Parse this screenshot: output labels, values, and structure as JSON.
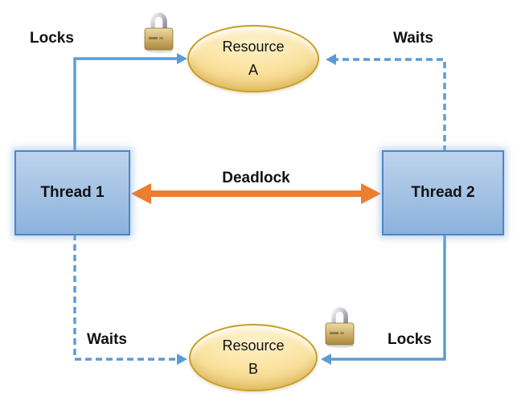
{
  "diagram_type": "deadlock-diagram",
  "nodes": {
    "thread1": {
      "label": "Thread 1",
      "shape": "rectangle"
    },
    "thread2": {
      "label": "Thread 2",
      "shape": "rectangle"
    },
    "resource_a": {
      "line1": "Resource",
      "line2": "A",
      "shape": "ellipse"
    },
    "resource_b": {
      "line1": "Resource",
      "line2": "B",
      "shape": "ellipse"
    }
  },
  "edges": {
    "t1_locks_a": {
      "label": "Locks",
      "from": "thread1",
      "to": "resource_a",
      "style": "solid"
    },
    "t2_waits_a": {
      "label": "Waits",
      "from": "thread2",
      "to": "resource_a",
      "style": "dashed"
    },
    "t1_waits_b": {
      "label": "Waits",
      "from": "thread1",
      "to": "resource_b",
      "style": "dashed"
    },
    "t2_locks_b": {
      "label": "Locks",
      "from": "thread2",
      "to": "resource_b",
      "style": "solid"
    },
    "deadlock": {
      "label": "Deadlock",
      "from": "thread1",
      "to": "thread2",
      "style": "double-arrow"
    }
  },
  "icons": {
    "lock_a": "padlock",
    "lock_b": "padlock"
  },
  "colors": {
    "arrow_blue": "#5B9BD5",
    "deadlock_orange": "#ED7D31",
    "thread_fill_top": "#BDD3EC",
    "thread_fill_bottom": "#8CB2DC",
    "thread_border": "#4E86C6",
    "resource_fill": "#FBE3A2",
    "resource_border": "#C79F26",
    "label_text": "#111111",
    "background": "#FFFFFF"
  }
}
